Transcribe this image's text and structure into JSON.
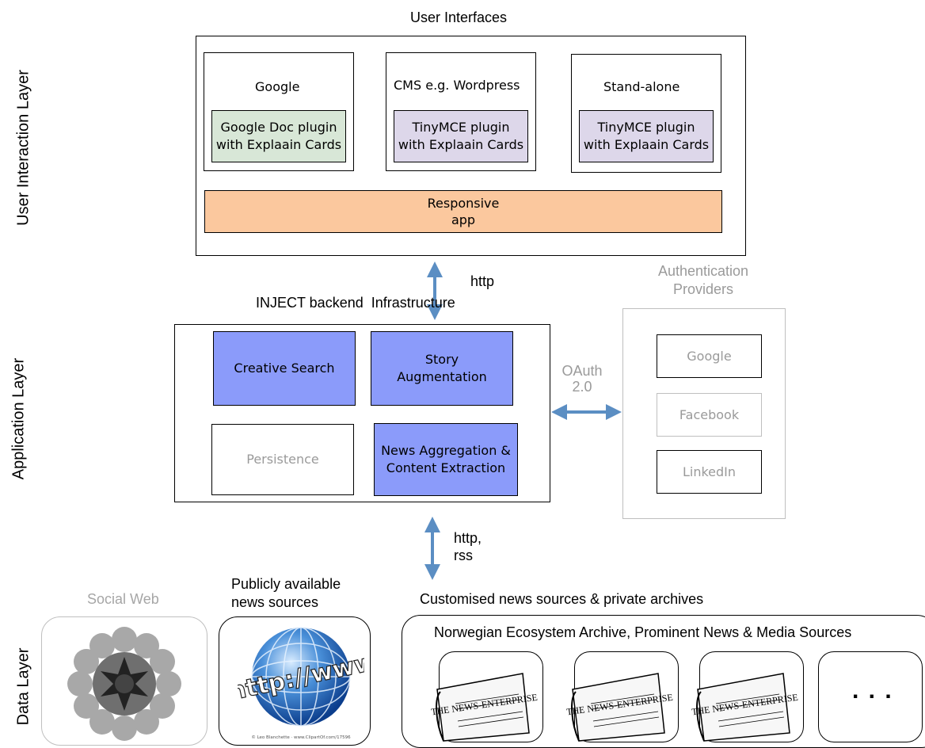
{
  "layers": {
    "user_interaction": "User Interaction Layer",
    "application": "Application Layer",
    "data": "Data Layer"
  },
  "ui": {
    "title": "User Interfaces",
    "google": {
      "title": "Google",
      "plugin": [
        "Google Doc plugin",
        "with Explaain Cards"
      ]
    },
    "cms": {
      "title": "CMS e.g. Wordpress",
      "plugin": [
        "TinyMCE plugin",
        "with Explaain Cards"
      ]
    },
    "standalone": {
      "title": "Stand-alone",
      "plugin": [
        "TinyMCE plugin",
        "with Explaain Cards"
      ]
    },
    "responsive": [
      "Responsive",
      "app"
    ]
  },
  "connectors": {
    "top": "http",
    "middle": "OAuth\n2.0",
    "bottom": "http,\nrss"
  },
  "backend": {
    "title": "INJECT backend  Infrastructure",
    "creative_search": "Creative Search",
    "story_augmentation": [
      "Story",
      "Augmentation"
    ],
    "persistence": "Persistence",
    "news_aggregation": [
      "News Aggregation &",
      "Content Extraction"
    ]
  },
  "auth": {
    "title": "Authentication\nProviders",
    "providers": [
      "Google",
      "Facebook",
      "LinkedIn"
    ]
  },
  "data": {
    "social_web": "Social Web",
    "public_sources": "Publicly available\nnews sources",
    "custom_sources": "Customised news sources & private archives",
    "archive_title": "Norwegian Ecosystem Archive, Prominent News & Media Sources",
    "newspaper_masthead": "THE NEWS-ENTERPRISE",
    "more": ". . .",
    "globe_text": "http://www",
    "globe_credit": "© Leo Blanchette  ·  www.ClipartOf.com/17596"
  },
  "colors": {
    "blue_module": "#8b9bfa",
    "green_plugin": "#d8e7d7",
    "lilac_plugin": "#ddd7ea",
    "orange_app": "#fbc89e",
    "arrow": "#5b8ec3",
    "grey": "#bfbfbf"
  }
}
